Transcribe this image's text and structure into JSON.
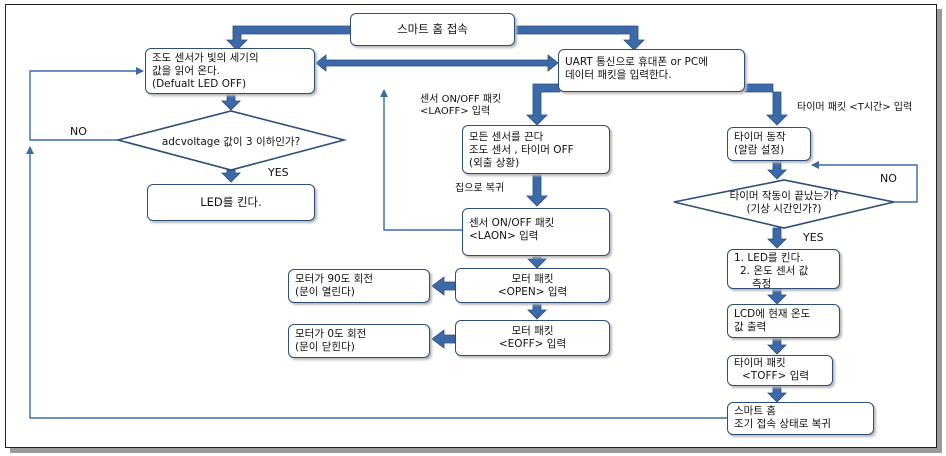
{
  "nodes": {
    "start": "스마트 홈 접속",
    "read_light": [
      "조도 센서가 빛의 세기의",
      "값을 읽어 온다.",
      "(Defualt LED OFF)"
    ],
    "uart": [
      "UART 통신으로 휴대폰 or PC에",
      "데이터 패킷을 입력한다."
    ],
    "adc_check": "adcvoltage 값이 3 이하인가?",
    "led_on": "LED를 킨다.",
    "all_off": [
      "모든 센서를 끈다",
      "조도 센서 , 타이머 OFF",
      "(외출 상황)"
    ],
    "timer_run": [
      "타이머 동작",
      "(알람 설정)"
    ],
    "timer_check": [
      "타이머 작동이 끝났는가?",
      "(기상 시간인가?)"
    ],
    "laon": [
      "센서 ON/OFF 패킷",
      "<LAON> 입력"
    ],
    "led_measure": [
      "1. LED를 킨다.",
      "2. 온도 센서 값",
      "측정"
    ],
    "open_packet": [
      "모터 패킷",
      "<OPEN> 입력"
    ],
    "motor90": [
      "모터가 90도 회전",
      "(문이 열린다)"
    ],
    "lcd": [
      "LCD에 현재 온도",
      "값 출력"
    ],
    "eoff_packet": [
      "모터 패킷",
      "<EOFF> 입력"
    ],
    "motor0": [
      "모터가 0도 회전",
      "(문이 닫힌다)"
    ],
    "toff_packet": [
      "타이머 패킷",
      "<TOFF> 입력"
    ],
    "reset": [
      "스마트 홈",
      "조기 접속 상태로 복귀"
    ]
  },
  "labels": {
    "laoff": [
      "센서 ON/OFF 패킷",
      "<LAOFF> 입력"
    ],
    "timer_packet": "타이머 패킷 <T시간> 입력",
    "no_left": "NO",
    "yes_left": "YES",
    "return_home": "집으로 복귀",
    "no_right": "NO",
    "yes_right": "YES"
  },
  "colors": {
    "arrow": "#3c6aa8",
    "arrow_edge": "#2b4f80",
    "line": "#3c6aa8",
    "box_border": "#2d4e7a"
  }
}
